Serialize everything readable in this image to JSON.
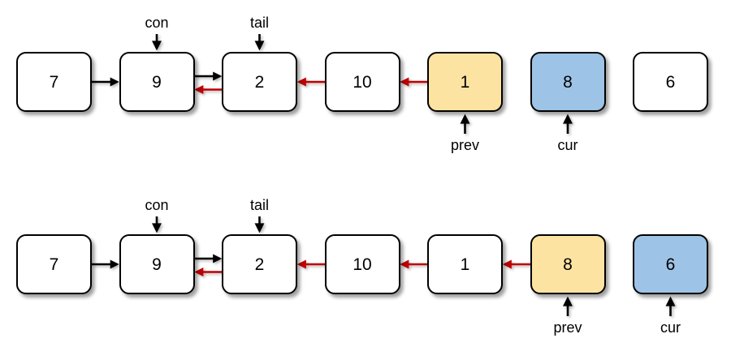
{
  "diagram": {
    "colors": {
      "white": "#FFFFFF",
      "yellow": "#FCE3A2",
      "blue": "#9DC3E6",
      "red": "#C00000",
      "black": "#000000"
    },
    "rows": [
      {
        "name": "step-1",
        "nodes": [
          {
            "value": "7",
            "fill": "white"
          },
          {
            "value": "9",
            "fill": "white"
          },
          {
            "value": "2",
            "fill": "white"
          },
          {
            "value": "10",
            "fill": "white"
          },
          {
            "value": "1",
            "fill": "yellow"
          },
          {
            "value": "8",
            "fill": "blue"
          },
          {
            "value": "6",
            "fill": "white"
          }
        ],
        "links": [
          {
            "from": 0,
            "to": 1,
            "color": "black",
            "lane": "mid"
          },
          {
            "from": 1,
            "to": 2,
            "color": "black",
            "lane": "upper"
          },
          {
            "from": 2,
            "to": 1,
            "color": "red",
            "lane": "lower"
          },
          {
            "from": 3,
            "to": 2,
            "color": "red",
            "lane": "mid"
          },
          {
            "from": 4,
            "to": 3,
            "color": "red",
            "lane": "mid"
          }
        ],
        "pointers": [
          {
            "label": "con",
            "node": 1,
            "position": "above"
          },
          {
            "label": "tail",
            "node": 2,
            "position": "above"
          },
          {
            "label": "prev",
            "node": 4,
            "position": "below"
          },
          {
            "label": "cur",
            "node": 5,
            "position": "below"
          }
        ]
      },
      {
        "name": "step-2",
        "nodes": [
          {
            "value": "7",
            "fill": "white"
          },
          {
            "value": "9",
            "fill": "white"
          },
          {
            "value": "2",
            "fill": "white"
          },
          {
            "value": "10",
            "fill": "white"
          },
          {
            "value": "1",
            "fill": "white"
          },
          {
            "value": "8",
            "fill": "yellow"
          },
          {
            "value": "6",
            "fill": "blue"
          }
        ],
        "links": [
          {
            "from": 0,
            "to": 1,
            "color": "black",
            "lane": "mid"
          },
          {
            "from": 1,
            "to": 2,
            "color": "black",
            "lane": "upper"
          },
          {
            "from": 2,
            "to": 1,
            "color": "red",
            "lane": "lower"
          },
          {
            "from": 3,
            "to": 2,
            "color": "red",
            "lane": "mid"
          },
          {
            "from": 4,
            "to": 3,
            "color": "red",
            "lane": "mid"
          },
          {
            "from": 5,
            "to": 4,
            "color": "red",
            "lane": "mid"
          }
        ],
        "pointers": [
          {
            "label": "con",
            "node": 1,
            "position": "above"
          },
          {
            "label": "tail",
            "node": 2,
            "position": "above"
          },
          {
            "label": "prev",
            "node": 5,
            "position": "below"
          },
          {
            "label": "cur",
            "node": 6,
            "position": "below"
          }
        ]
      }
    ]
  }
}
